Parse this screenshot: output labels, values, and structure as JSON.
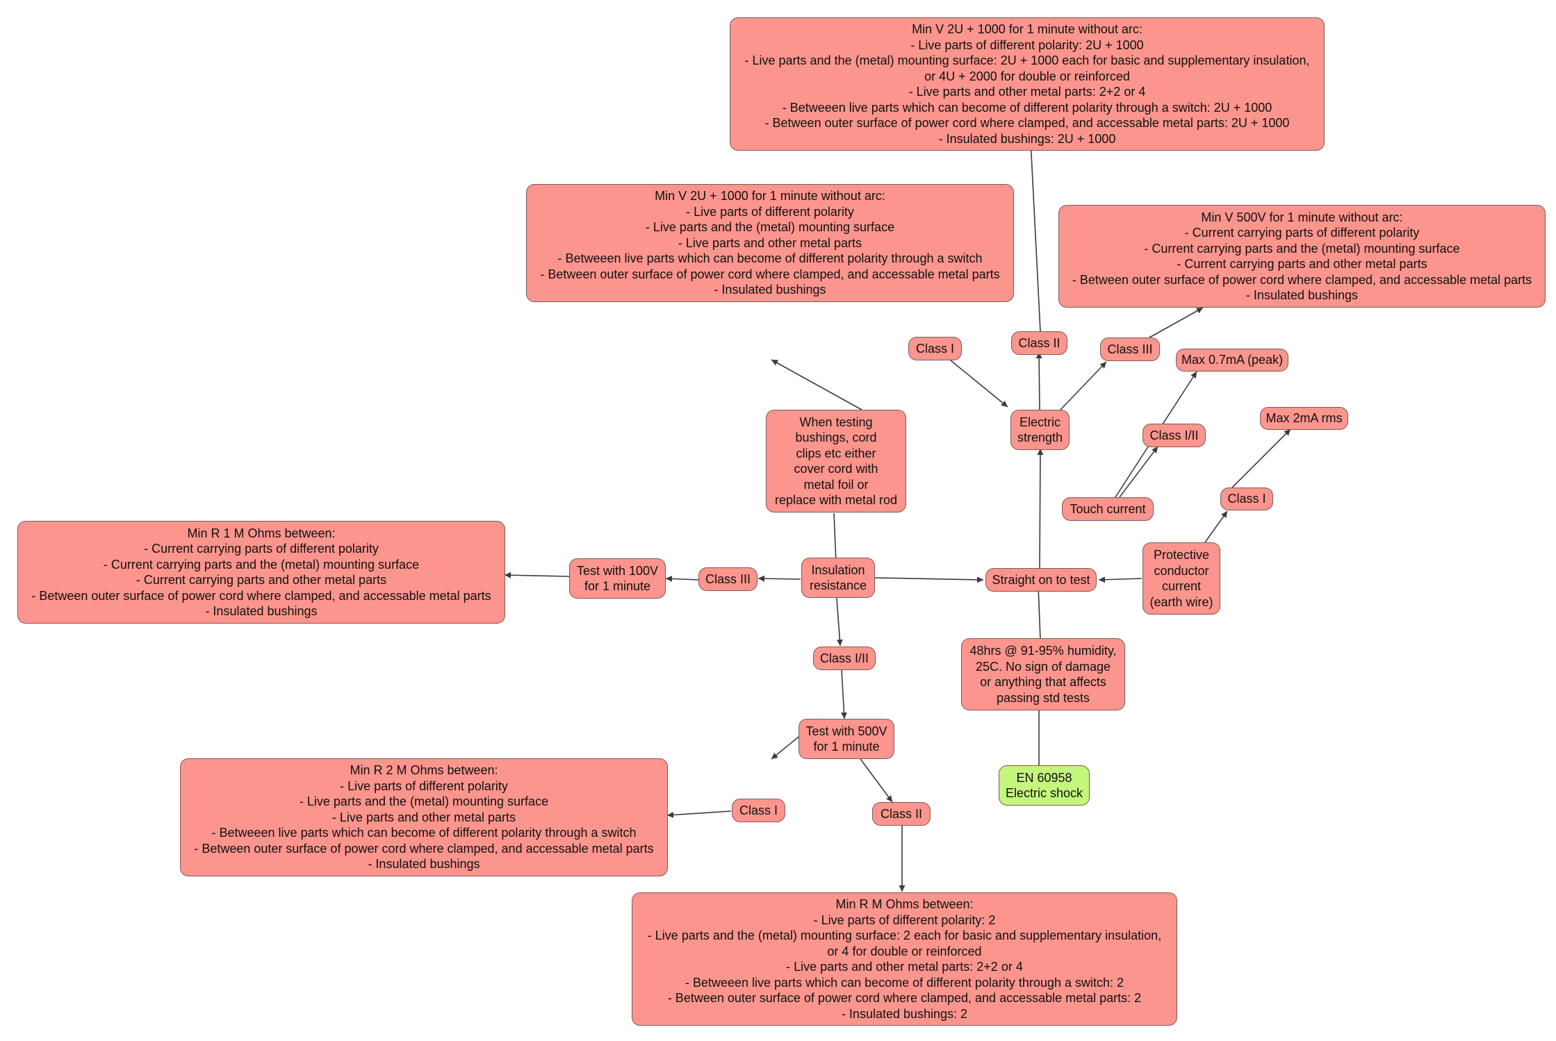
{
  "colors": {
    "node_fill": "#fc958d",
    "root_fill": "#c4f57d",
    "border": "#7a5a58",
    "edge": "#3a3a3a"
  },
  "nodes": {
    "top_box": {
      "lines": [
        "Min V 2U + 1000 for 1 minute without arc:",
        "- Live parts of different polarity: 2U + 1000",
        "- Live parts and the (metal) mounting surface: 2U + 1000 each for basic and supplementary insulation,",
        "or 4U + 2000 for double or reinforced",
        "- Live parts and other metal parts: 2+2 or 4",
        "- Betweeen live parts which can become of different polarity through a switch: 2U + 1000",
        "- Between outer surface of power cord where clamped, and accessable metal parts: 2U + 1000",
        "- Insulated bushings: 2U + 1000"
      ]
    },
    "class1_es_box": {
      "lines": [
        "Min V 2U + 1000 for 1 minute without arc:",
        "- Live parts of different polarity",
        "- Live parts and the (metal) mounting surface",
        "- Live parts and other metal parts",
        "- Betweeen live parts which can become of different polarity through a switch",
        "- Between outer surface of power cord where clamped, and accessable metal parts",
        "- Insulated bushings"
      ]
    },
    "class3_es_box": {
      "lines": [
        "Min V 500V for 1 minute without arc:",
        "- Current carrying parts of different polarity",
        "- Current carrying parts and the (metal) mounting surface",
        "- Current carrying parts and other metal parts",
        "- Between outer surface of power cord where clamped, and accessable metal parts",
        "- Insulated bushings"
      ]
    },
    "es_class1": {
      "lines": [
        "Class I"
      ]
    },
    "es_class2": {
      "lines": [
        "Class II"
      ]
    },
    "es_class3": {
      "lines": [
        "Class III"
      ]
    },
    "max07": {
      "lines": [
        "Max 0.7mA (peak)"
      ]
    },
    "max2": {
      "lines": [
        "Max 2mA rms"
      ]
    },
    "tc_class12": {
      "lines": [
        "Class I/II"
      ]
    },
    "pc_class1": {
      "lines": [
        "Class I"
      ]
    },
    "electric_strength": {
      "lines": [
        "Electric",
        "strength"
      ]
    },
    "testing_note": {
      "lines": [
        "When testing",
        "bushings, cord",
        "clips etc either",
        "cover cord with",
        "metal foil or",
        "replace with metal rod"
      ]
    },
    "touch_current": {
      "lines": [
        "Touch current"
      ]
    },
    "min_r1_box": {
      "lines": [
        "Min R 1 M Ohms between:",
        "- Current carrying parts of different polarity",
        "- Current carrying parts and the (metal) mounting surface",
        "- Current carrying parts and other metal parts",
        "- Between outer surface of power cord where clamped, and accessable metal parts",
        "- Insulated bushings"
      ]
    },
    "test100": {
      "lines": [
        "Test with 100V",
        "for 1 minute"
      ]
    },
    "ir_class3": {
      "lines": [
        "Class III"
      ]
    },
    "insulation_resistance": {
      "lines": [
        "Insulation",
        "resistance"
      ]
    },
    "straight_on": {
      "lines": [
        "Straight on to test"
      ]
    },
    "protective_conductor": {
      "lines": [
        "Protective",
        "conductor",
        "current",
        "(earth wire)"
      ]
    },
    "ir_class12": {
      "lines": [
        "Class I/II"
      ]
    },
    "humidity": {
      "lines": [
        "48hrs @ 91-95% humidity,",
        "25C. No sign of damage",
        "or anything that affects",
        "passing std tests"
      ]
    },
    "test500": {
      "lines": [
        "Test with 500V",
        "for 1 minute"
      ]
    },
    "root": {
      "lines": [
        "EN 60958",
        "Electric shock"
      ]
    },
    "min_r2_box": {
      "lines": [
        "Min R 2 M Ohms between:",
        "- Live parts of different polarity",
        "- Live parts and the (metal) mounting surface",
        "- Live parts and other metal parts",
        "- Betweeen live parts which can become of different polarity through a switch",
        "- Between outer surface of power cord where clamped, and accessable metal parts",
        "- Insulated bushings"
      ]
    },
    "ir_t500_class1": {
      "lines": [
        "Class I"
      ]
    },
    "ir_t500_class2": {
      "lines": [
        "Class II"
      ]
    },
    "min_rm_box": {
      "lines": [
        "Min R M Ohms between:",
        "- Live parts of different polarity: 2",
        "- Live parts and the (metal) mounting surface: 2 each for basic and supplementary insulation,",
        "or 4 for double or reinforced",
        "- Live parts and other metal parts: 2+2 or 4",
        "- Betweeen live parts which can become of different polarity through a switch: 2",
        "- Between outer surface of power cord where clamped, and accessable metal parts: 2",
        "- Insulated bushings: 2"
      ]
    }
  }
}
